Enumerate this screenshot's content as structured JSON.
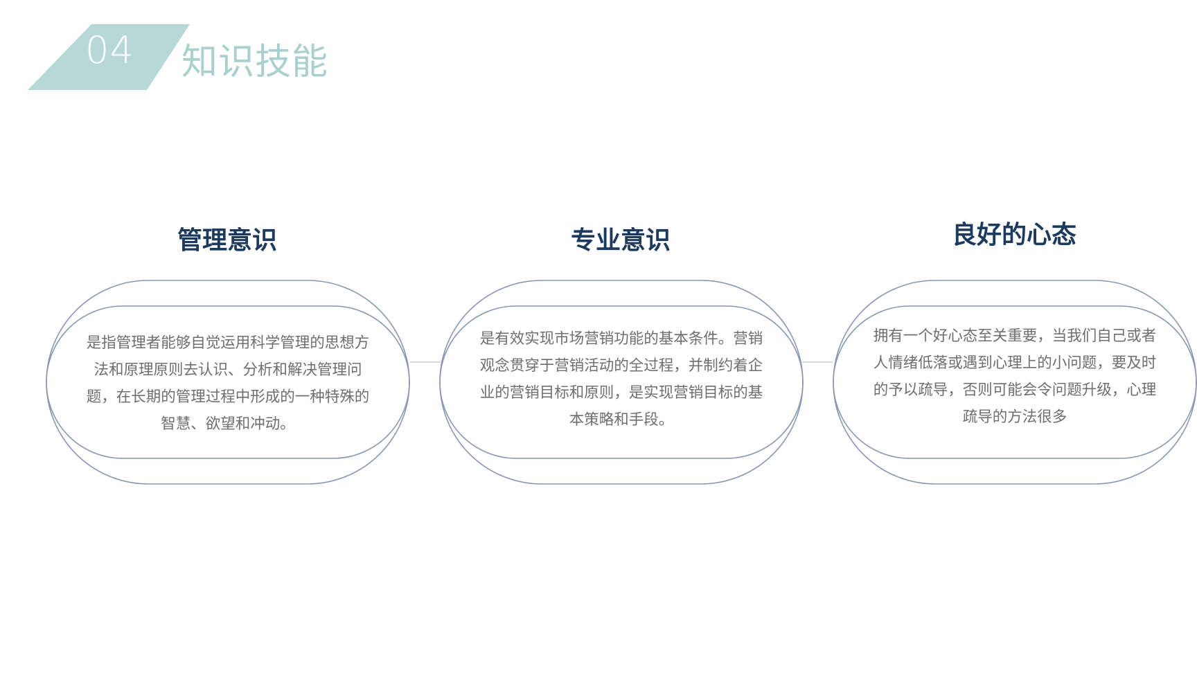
{
  "header": {
    "number": "04",
    "title": "知识技能",
    "accent_color": "#b7d8d6",
    "title_color": "#a9cfcf"
  },
  "cards": [
    {
      "heading": "管理意识",
      "body": "是指管理者能够自觉运用科学管理的思想方法和原理原则去认识、分析和解决管理问题，在长期的管理过程中形成的一种特殊的智慧、欲望和冲动。"
    },
    {
      "heading": "专业意识",
      "body": "是有效实现市场营销功能的基本条件。营销观念贯穿于营销活动的全过程，并制约着企业的营销目标和原则，是实现营销目标的基本策略和手段。"
    },
    {
      "heading": "良好的心态",
      "body": "拥有一个好心态至关重要，当我们自己或者人情绪低落或遇到心理上的小问题，要及时的予以疏导，否则可能会令问题升级，心理疏导的方法很多"
    }
  ],
  "colors": {
    "heading": "#1c3a5e",
    "outline": "#8896b3",
    "body_text": "#6e6e6e",
    "connector": "#c8cdd6"
  }
}
